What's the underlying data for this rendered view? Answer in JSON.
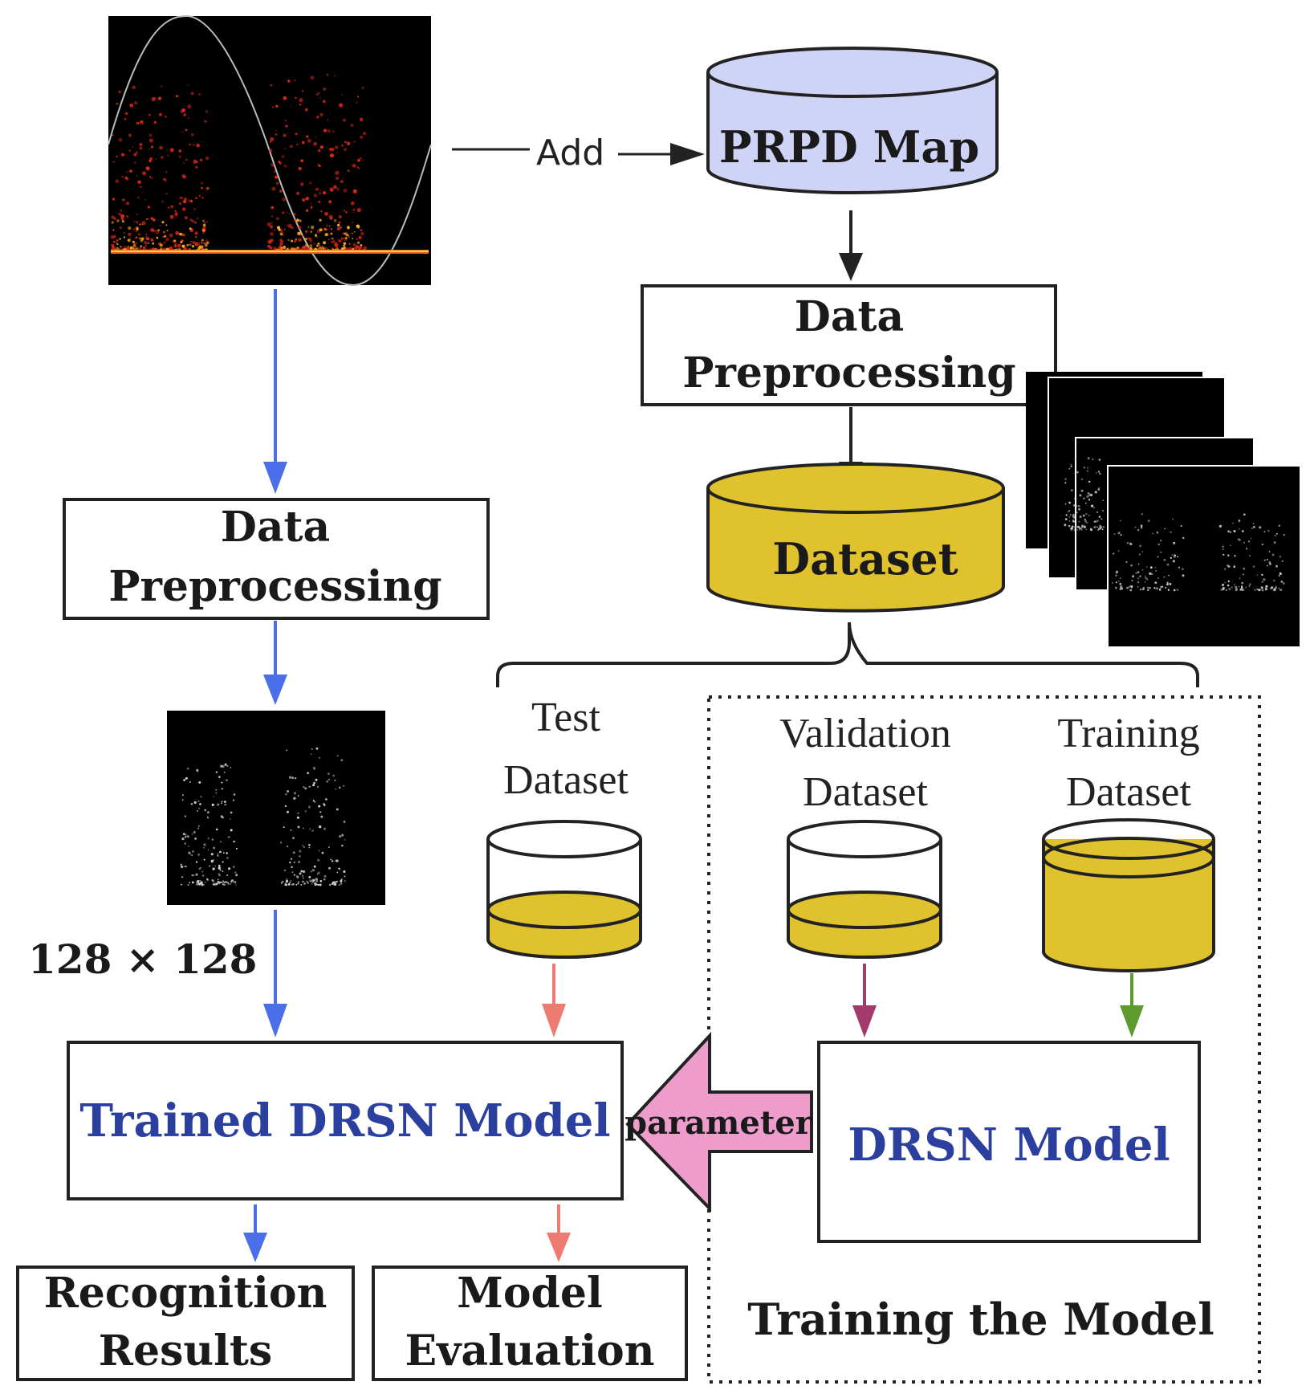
{
  "nodes": {
    "prpd_map": "PRPD Map",
    "add": "Add",
    "data_preprocessing_right": [
      "Data",
      "Preprocessing"
    ],
    "dataset": "Dataset",
    "data_preprocessing_left": [
      "Data",
      "Preprocessing"
    ],
    "size_label": "128 × 128",
    "test_dataset": [
      "Test",
      "Dataset"
    ],
    "validation_dataset": [
      "Validation",
      "Dataset"
    ],
    "training_dataset": [
      "Training",
      "Dataset"
    ],
    "trained_model": "Trained DRSN Model",
    "drsn_model": "DRSN Model",
    "parameter": "parameter",
    "recognition_results": [
      "Recognition",
      "Results"
    ],
    "model_evaluation": [
      "Model",
      "Evaluation"
    ],
    "training_group": "Training the Model"
  },
  "colors": {
    "cylinder_blue": "#cfd4f7",
    "dataset_yellow": "#e0c22f",
    "arrow_blue": "#4a6fe8",
    "arrow_salmon": "#ee7b72",
    "arrow_magenta": "#a23a6c",
    "arrow_green": "#5f9a2e",
    "parameter_pink": "#ee9ccb",
    "model_text_blue": "#2b3f9e"
  }
}
